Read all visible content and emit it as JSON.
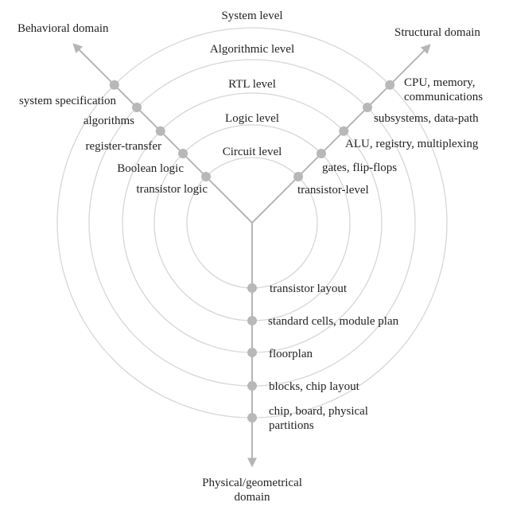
{
  "diagram": {
    "type": "Y-chart (Gajski-Kuhn)",
    "domains": {
      "behavioral": "Behavioral domain",
      "structural": "Structural domain",
      "physical_line1": "Physical/geometrical",
      "physical_line2": "domain"
    },
    "levels": [
      "System level",
      "Algorithmic level",
      "RTL level",
      "Logic level",
      "Circuit level"
    ],
    "behavioral_items": [
      "system specification",
      "algorithms",
      "register-transfer",
      "Boolean logic",
      "transistor logic"
    ],
    "structural_items": [
      {
        "line1": "CPU, memory,",
        "line2": "communications"
      },
      {
        "line1": "subsystems, data-path",
        "line2": ""
      },
      {
        "line1": "ALU, registry, multiplexing",
        "line2": ""
      },
      {
        "line1": "gates, flip-flops",
        "line2": ""
      },
      {
        "line1": "transistor-level",
        "line2": ""
      }
    ],
    "physical_items": [
      {
        "line1": "chip, board, physical",
        "line2": "partitions"
      },
      {
        "line1": "blocks, chip layout",
        "line2": ""
      },
      {
        "line1": "floorplan",
        "line2": ""
      },
      {
        "line1": "standard cells, module plan",
        "line2": ""
      },
      {
        "line1": "transistor layout",
        "line2": ""
      }
    ],
    "colors": {
      "axis": "#b5b5b5",
      "circle": "#d6d6d6",
      "dot": "#b8b8b8",
      "text": "#222222"
    }
  }
}
